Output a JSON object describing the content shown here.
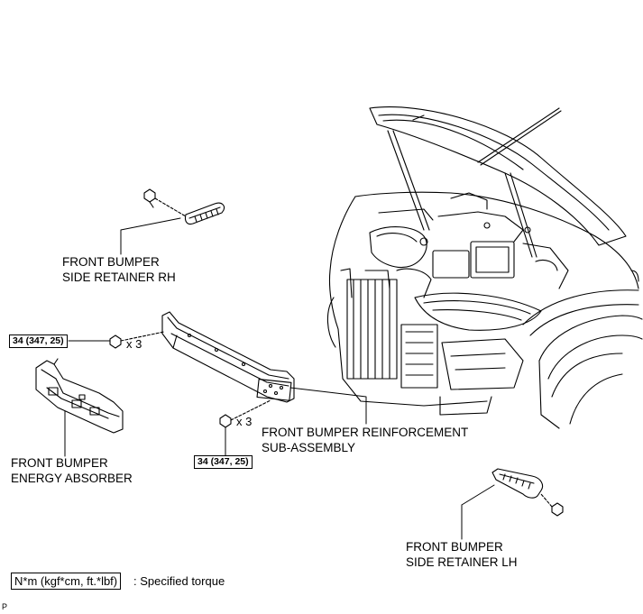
{
  "labels": {
    "retainer_rh": [
      "FRONT BUMPER",
      "SIDE RETAINER RH"
    ],
    "retainer_lh": [
      "FRONT BUMPER",
      "SIDE RETAINER LH"
    ],
    "energy_absorber": [
      "FRONT BUMPER",
      "ENERGY ABSORBER"
    ],
    "reinforcement": [
      "FRONT BUMPER REINFORCEMENT",
      "SUB-ASSEMBLY"
    ]
  },
  "torque": {
    "upper": "34 (347, 25)",
    "lower": "34 (347, 25)"
  },
  "quantity": {
    "upper": "x 3",
    "lower": "x 3"
  },
  "legend": {
    "box": "N*m (kgf*cm, ft.*lbf)",
    "text": ": Specified torque"
  },
  "corner_mark": "P"
}
